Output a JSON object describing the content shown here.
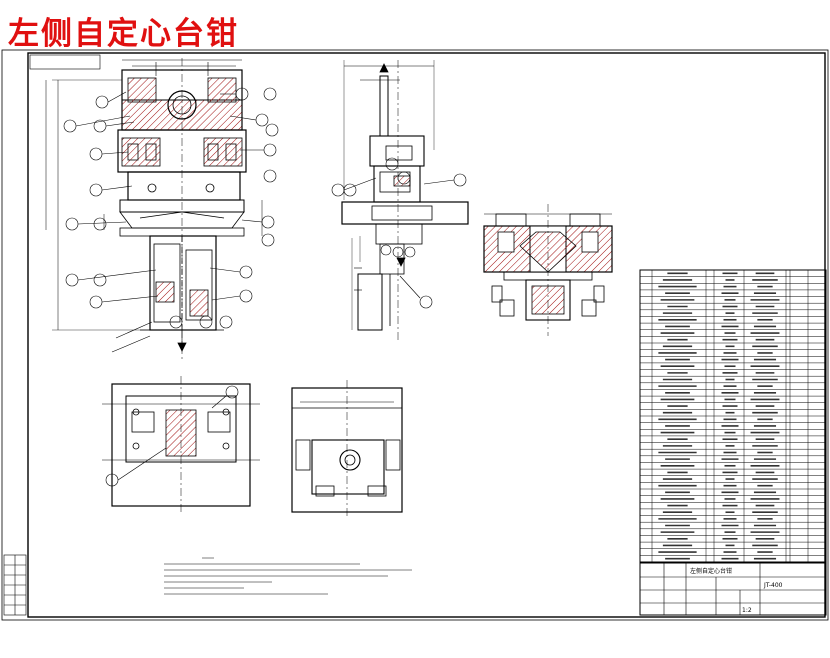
{
  "drawing": {
    "title": "左侧自定心台钳",
    "title_color": "#e01010",
    "line_color": "#000000",
    "hatch_color": "#a01010",
    "scale": "1:2",
    "title_block": {
      "part_name": "左侧自定心台钳",
      "drawing_no": "JT-400"
    }
  }
}
